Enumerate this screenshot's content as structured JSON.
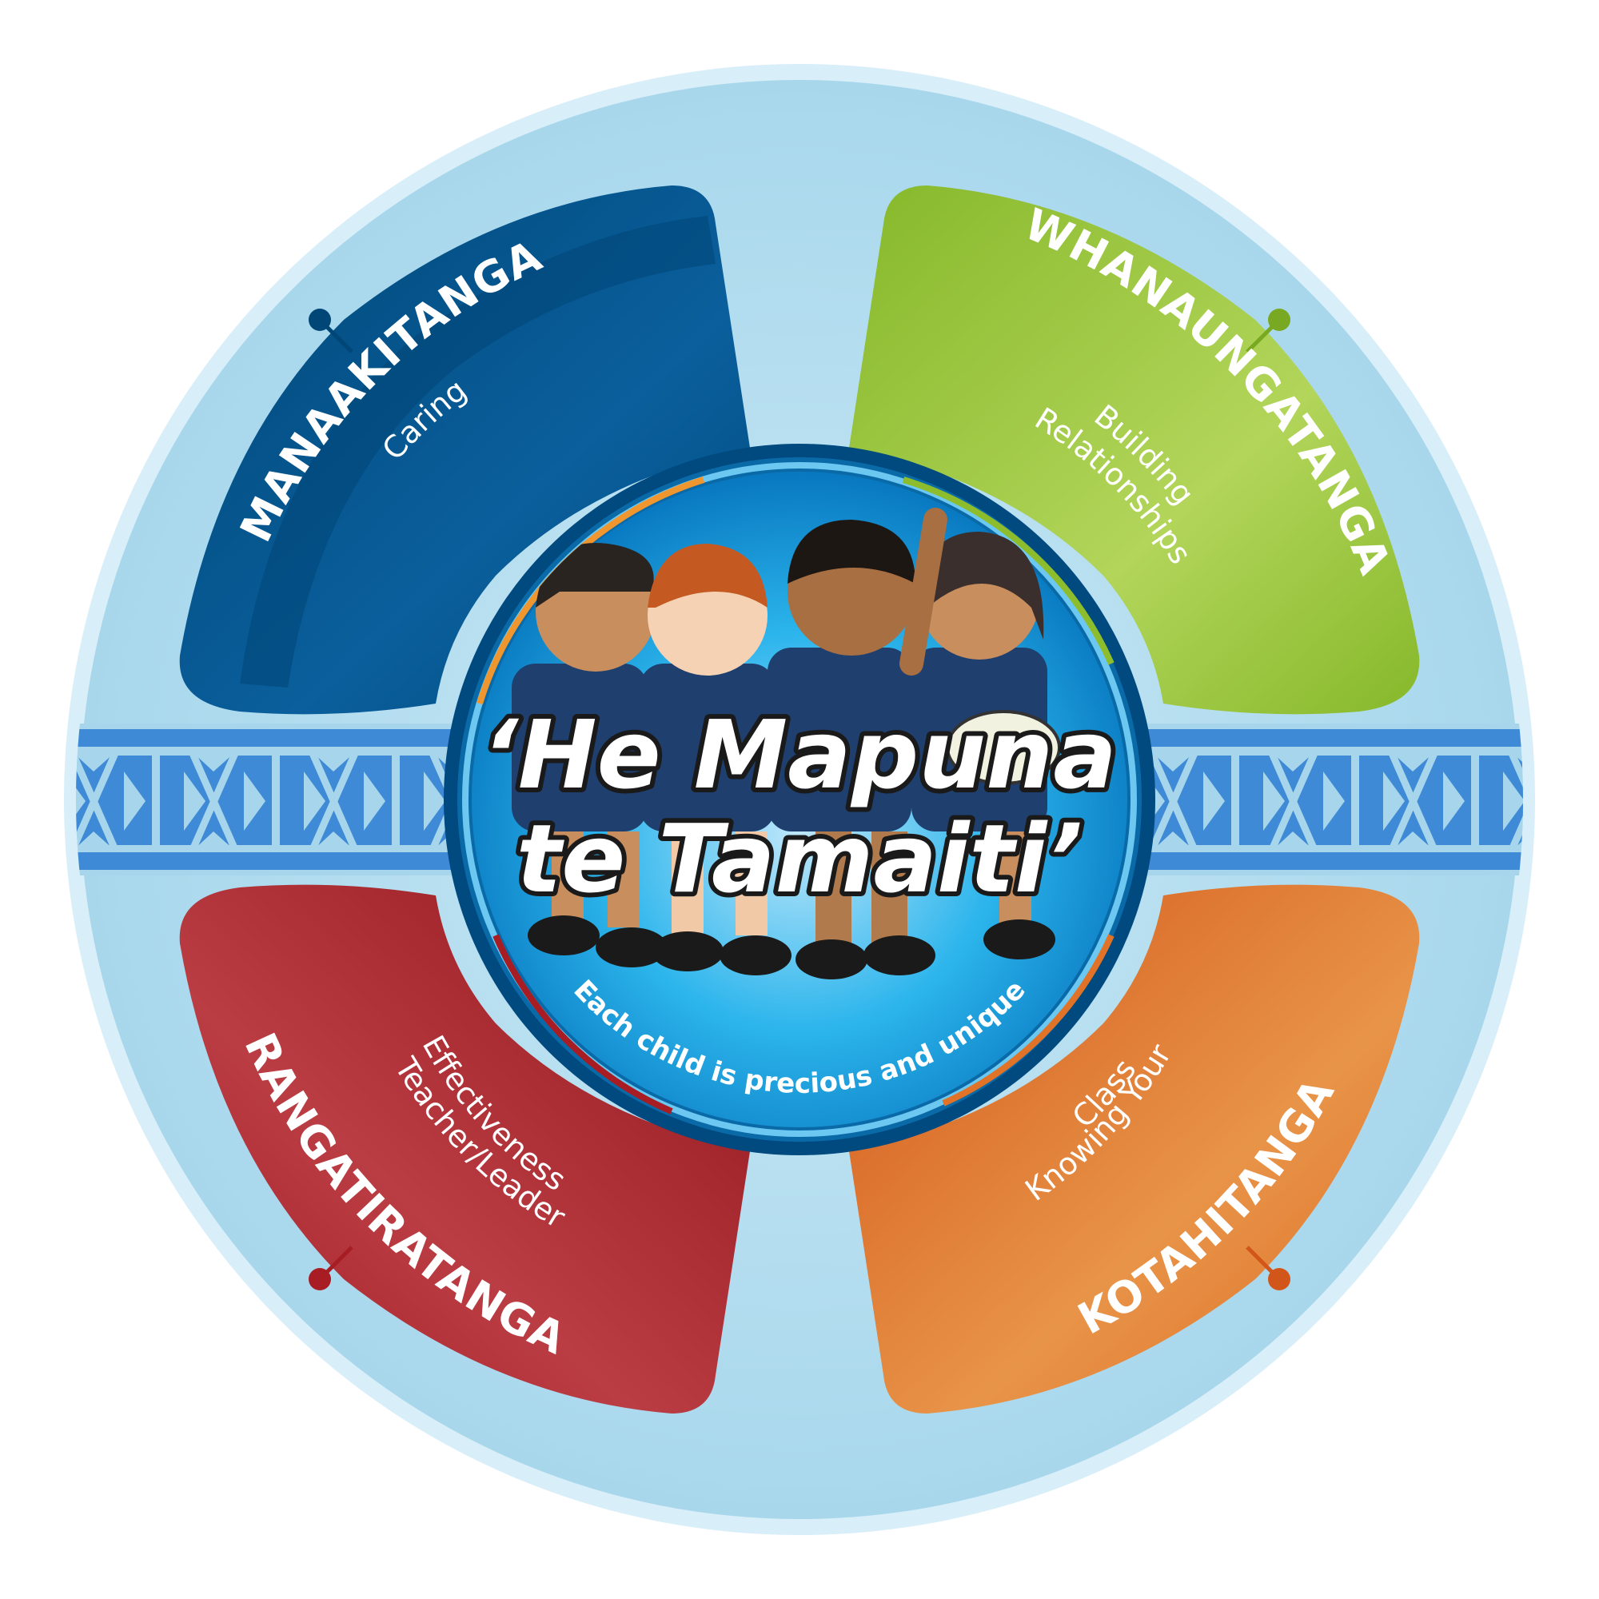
{
  "center": {
    "motto_line1": "‘He Mapuna",
    "motto_line2": "te Tamaiti’",
    "tagline": "Each child is precious and unique"
  },
  "sectors": [
    {
      "position": "top-left",
      "title": "MANAAKITANGA",
      "subtitle_lines": [
        "Caring"
      ],
      "color": "#0a5a96",
      "dark": "#003f73"
    },
    {
      "position": "top-right",
      "title": "WHANAUNGATANGA",
      "subtitle_lines": [
        "Building",
        "Relationships"
      ],
      "color": "#8dbd2d",
      "dark": "#79a923"
    },
    {
      "position": "bottom-left",
      "title": "RANGATIRATANGA",
      "subtitle_lines": [
        "Teacher/Leader",
        "Effectiveness"
      ],
      "color": "#a81d24",
      "dark": "#8f1519"
    },
    {
      "position": "bottom-right",
      "title": "KOTAHITANGA",
      "subtitle_lines": [
        "Knowing Your",
        "Class"
      ],
      "color": "#e07328",
      "dark": "#d2561a"
    }
  ],
  "colors": {
    "outer_ring": "#b3def0",
    "outer_ring_edge": "#d8eef8",
    "band": "#3f8ad6",
    "band_light": "#a7d6ec",
    "center_disc": "#12a8e6",
    "center_ring": "#014a80",
    "ring_accent": "#6cc8f0"
  },
  "decor": {
    "band_pattern": "taniko-x-diamond-pattern",
    "center_illustration": "four-cartoon-children-in-school-uniform"
  }
}
